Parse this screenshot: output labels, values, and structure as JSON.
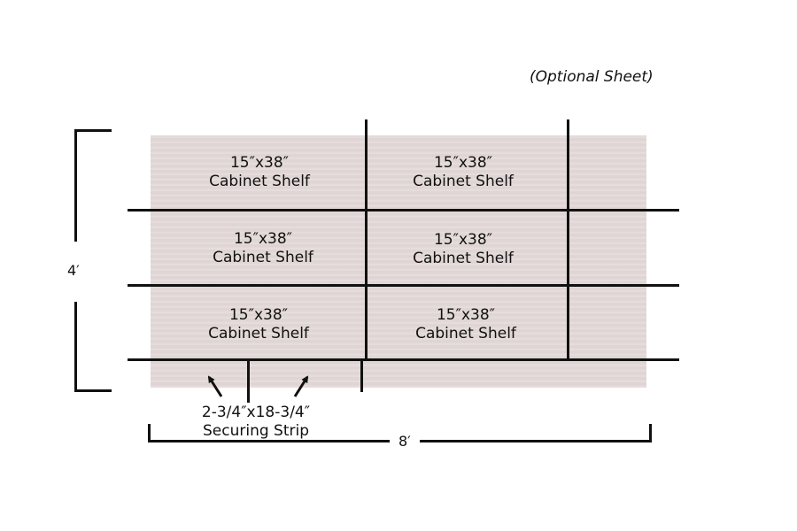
{
  "optional_sheet_label": "(Optional Sheet)",
  "dimensions": {
    "height": "4′",
    "width": "8′"
  },
  "shelves": [
    {
      "size": "15″x38″",
      "name": "Cabinet Shelf"
    },
    {
      "size": "15″x38″",
      "name": "Cabinet Shelf"
    },
    {
      "size": "15″x38″",
      "name": "Cabinet Shelf"
    },
    {
      "size": "15″x38″",
      "name": "Cabinet Shelf"
    },
    {
      "size": "15″x38″",
      "name": "Cabinet Shelf"
    },
    {
      "size": "15″x38″",
      "name": "Cabinet Shelf"
    }
  ],
  "securing_strip": {
    "size": "2-3/4″x18-3/4″",
    "name": "Securing Strip"
  },
  "colors": {
    "sheet": "#e3d8d8",
    "lines": "#111111"
  }
}
